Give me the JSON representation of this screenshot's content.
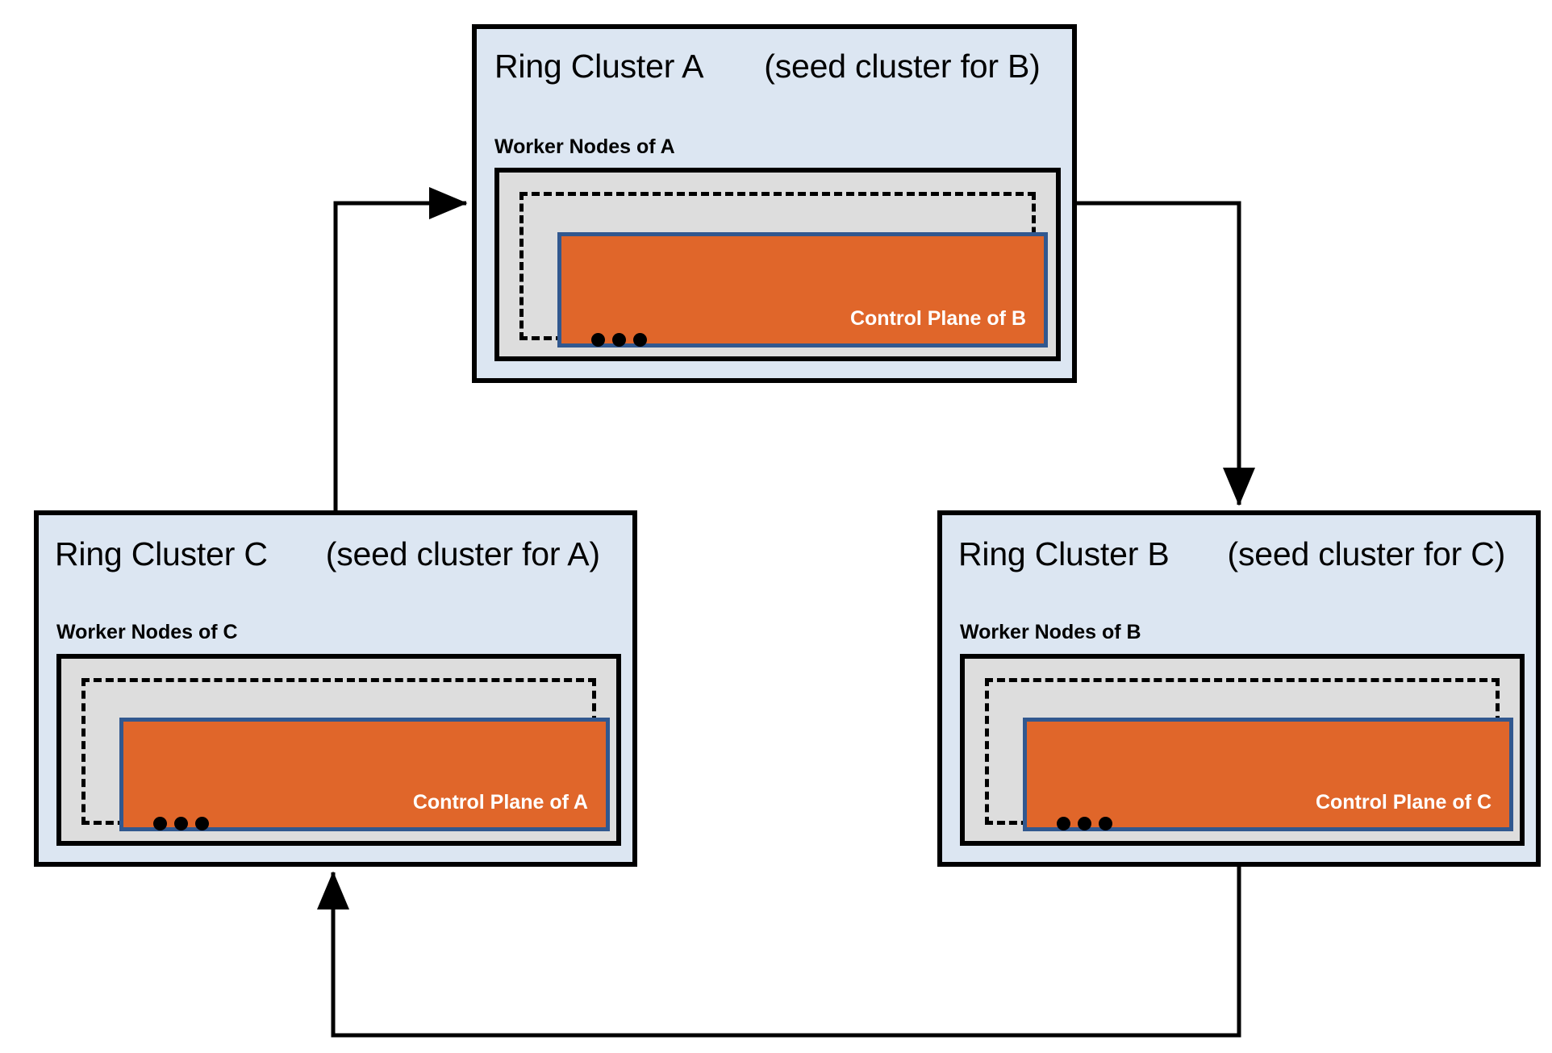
{
  "diagram": {
    "type": "ring-cluster-topology",
    "palette": {
      "cluster_fill": "#dce6f2",
      "cluster_border": "#000000",
      "worker_node_fill": "#dddddd",
      "worker_node_border": "#000000",
      "dashed_border": "#000000",
      "control_plane_fill": "#e0662a",
      "control_plane_border": "#31588f",
      "control_plane_text": "#ffffff",
      "arrow": "#000000",
      "background": "#ffffff"
    },
    "clusters": [
      {
        "id": "a",
        "name": "Ring Cluster A",
        "seed_note": "(seed cluster for B)",
        "worker_label": "Worker Nodes of A",
        "control_plane_label": "Control Plane of B",
        "ellipsis": "•••"
      },
      {
        "id": "c",
        "name": "Ring Cluster C",
        "seed_note": "(seed cluster for A)",
        "worker_label": "Worker Nodes of C",
        "control_plane_label": "Control Plane of A",
        "ellipsis": "•••"
      },
      {
        "id": "b",
        "name": "Ring Cluster B",
        "seed_note": "(seed cluster for C)",
        "worker_label": "Worker Nodes of B",
        "control_plane_label": "Control Plane of C",
        "ellipsis": "•••"
      }
    ],
    "arrows": [
      {
        "id": "c-to-a",
        "from": "Ring Cluster C",
        "to": "Ring Cluster A",
        "direction": "up-right"
      },
      {
        "id": "a-to-b",
        "from": "Ring Cluster A",
        "to": "Ring Cluster B",
        "direction": "right-down"
      },
      {
        "id": "b-to-c",
        "from": "Ring Cluster B",
        "to": "Ring Cluster C",
        "direction": "down-left-up"
      }
    ]
  }
}
